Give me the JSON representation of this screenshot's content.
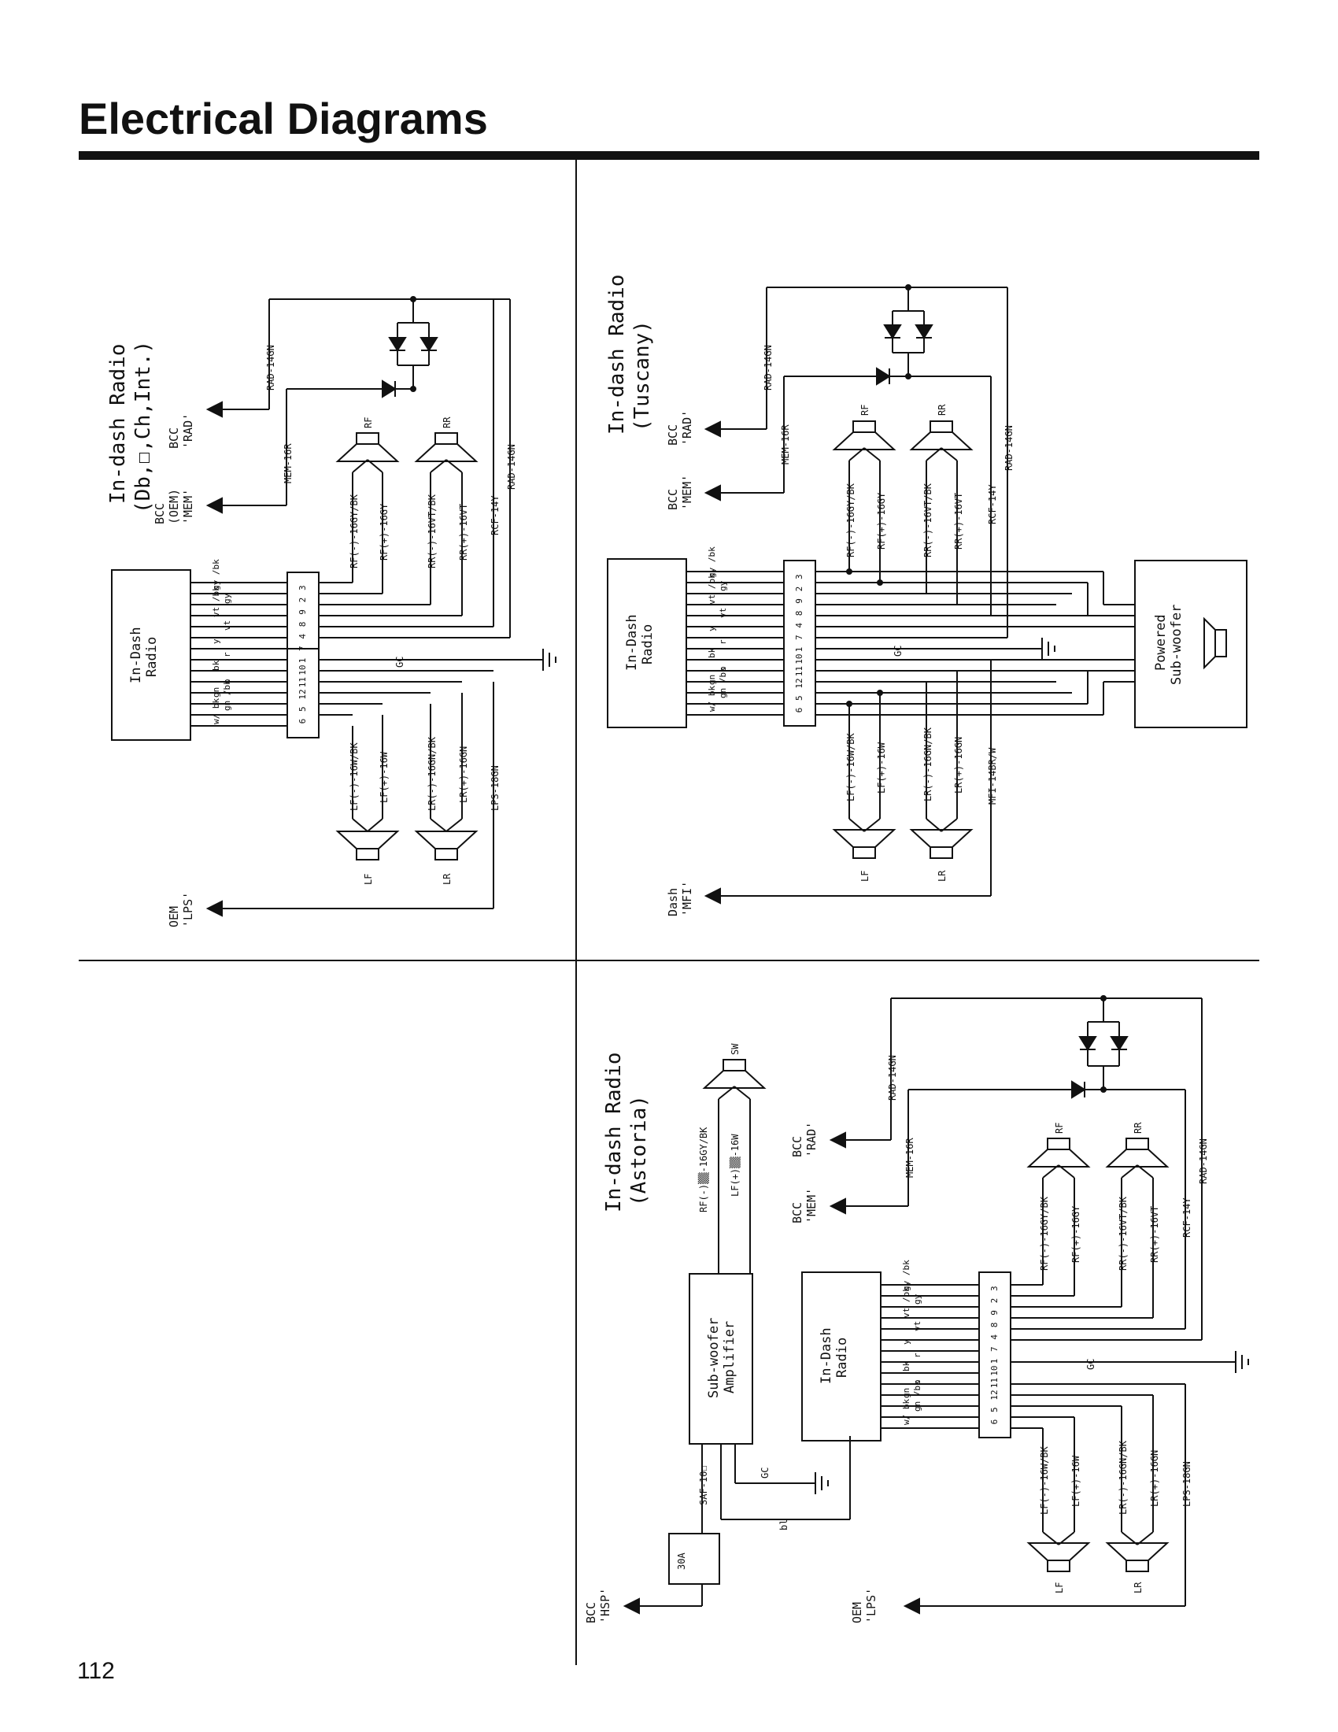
{
  "header": {
    "title": "Electrical Diagrams"
  },
  "footer": {
    "page_number": "112"
  },
  "common": {
    "radio_box": [
      "In-Dash",
      "Radio"
    ],
    "pins_top": [
      "3",
      "2",
      "9",
      "8",
      "4",
      "7",
      "1",
      "10",
      "11",
      "12",
      "5",
      "6"
    ],
    "wire_colors_left": [
      "w/ bk",
      "gn /bk",
      "gn",
      "o",
      "bk",
      "r",
      "y",
      "vt",
      "vt /bk",
      "gy",
      "gy /bk"
    ],
    "gc": "GC",
    "front_right": "RF",
    "rear_right": "RR",
    "front_left": "LF",
    "rear_left": "LR"
  },
  "quadrant_tl": {
    "title": [
      "In-dash Radio",
      "(Db,☐,Ch,Int.)"
    ],
    "bcc_rad": [
      "BCC",
      "'RAD'"
    ],
    "bcc_mem": [
      "BCC",
      "(OEM)",
      "'MEM'"
    ],
    "oem_lps": [
      "OEM",
      "'LPS'"
    ],
    "wires_top": [
      "RAD-14GN",
      "MEM-16R",
      "RF(-)-16GY/BK",
      "RF(+)-16GY",
      "RR(-)-16VT/BK",
      "RR(+)-16VT",
      "RCF-14Y",
      "RAD-14GN"
    ],
    "wires_bottom": [
      "LF(-)-16W/BK",
      "LF(+)-16W",
      "LR(-)-16GN/BK",
      "LR(+)-16GN",
      "LPS-18GN"
    ]
  },
  "quadrant_tr": {
    "title": [
      "In-dash Radio",
      "(Tuscany)"
    ],
    "bcc_rad": [
      "BCC",
      "'RAD'"
    ],
    "bcc_mem": [
      "BCC",
      "'MEM'"
    ],
    "dash_mfi": [
      "Dash",
      "'MFI'"
    ],
    "subwoofer_box": [
      "Powered",
      "Sub-woofer"
    ],
    "wires_top": [
      "RAD-14GN",
      "MEM-16R",
      "RF(-)-16GY/BK",
      "RF(+)-16GY",
      "RR(-)-16VT/BK",
      "RR(+)-16VT",
      "RCF-14Y",
      "RAD-14GN"
    ],
    "wires_bottom": [
      "LF(-)-16W/BK",
      "LF(+)-16W",
      "LR(-)-16GN/BK",
      "LR(+)-16GN",
      "MFI-14BR/W"
    ]
  },
  "quadrant_br": {
    "title": [
      "In-dash Radio",
      "(Astoria)"
    ],
    "sw": "SW",
    "sub_amp": [
      "Sub-woofer",
      "Amplifier"
    ],
    "sub_wires": [
      "RF(-)▒▒-16GY/BK",
      "LF(+)▒▒-16W"
    ],
    "amp_wires": [
      "SAF-10☐",
      "GC",
      "bl"
    ],
    "fuse": "30A",
    "bcc_hsp": [
      "BCC",
      "'HSP'"
    ],
    "bcc_rad": [
      "BCC",
      "'RAD'"
    ],
    "bcc_mem": [
      "BCC",
      "'MEM'"
    ],
    "oem_lps": [
      "OEM",
      "'LPS'"
    ],
    "wires_top": [
      "RAD-14GN",
      "MEM-16R",
      "RF(-)-16GY/BK",
      "RF(+)-16GY",
      "RR(-)-16VT/BK",
      "RR(+)-16VT",
      "RCF-14Y",
      "RAD-14GN"
    ],
    "wires_bottom": [
      "LF(-)-16W/BK",
      "LF(+)-16W",
      "LR(-)-16GN/BK",
      "LR(+)-16GN",
      "LPS-18GN"
    ]
  }
}
